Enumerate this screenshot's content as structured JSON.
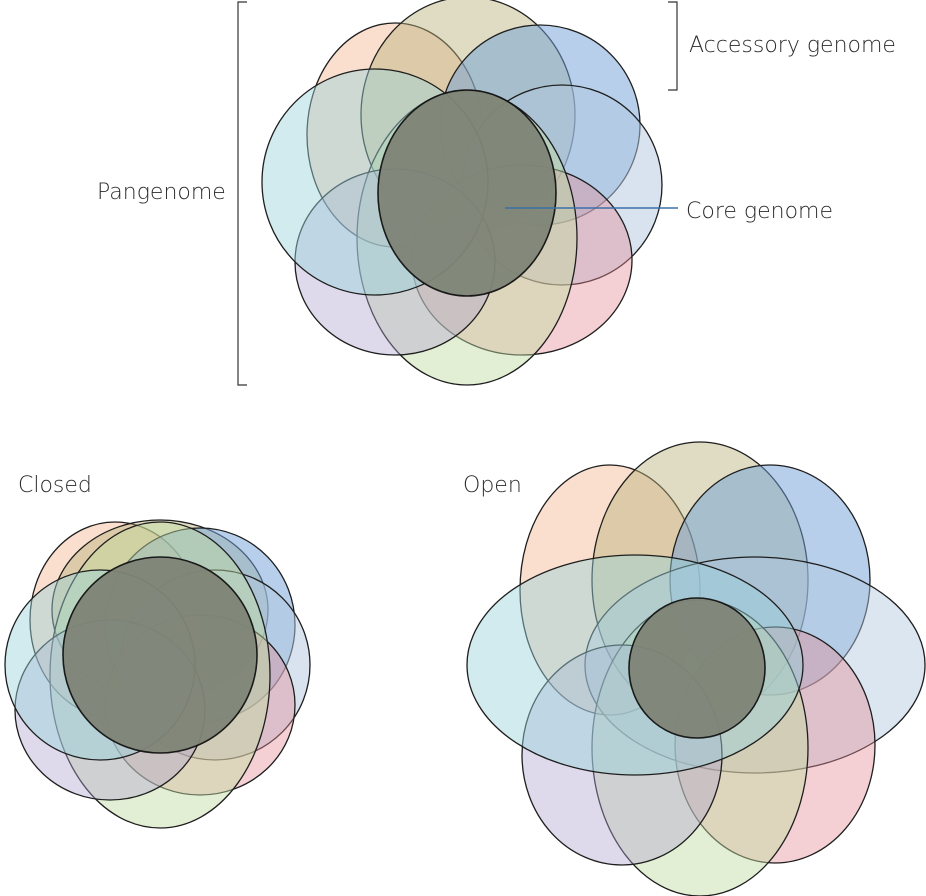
{
  "labels": {
    "accessory": "Accessory genome",
    "pangenome": "Pangenome",
    "core": "Core genome",
    "closed": "Closed",
    "open": "Open"
  },
  "colors": {
    "petals": [
      "#f6b792",
      "#a9c79a",
      "#6f9fd6",
      "#b2c8e0",
      "#e38a93",
      "#c2dc9f",
      "#b0a3cc",
      "#98d3dc"
    ],
    "core": "#7f8577",
    "pointer": "#3b6fa8"
  }
}
